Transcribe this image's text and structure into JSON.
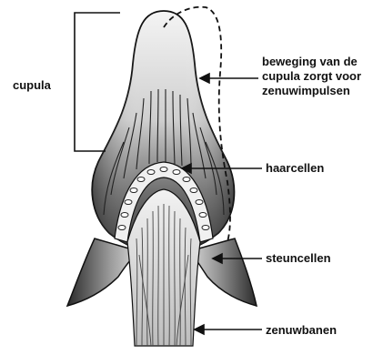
{
  "labels": {
    "cupula": "cupula",
    "beweging": [
      "beweging van de",
      "cupula zorgt voor",
      "zenuwimpulsen"
    ],
    "haarcellen": "haarcellen",
    "steuncellen": "steuncellen",
    "zenuwbanen": "zenuwbanen"
  },
  "colors": {
    "ink": "#111111",
    "background": "#ffffff"
  }
}
